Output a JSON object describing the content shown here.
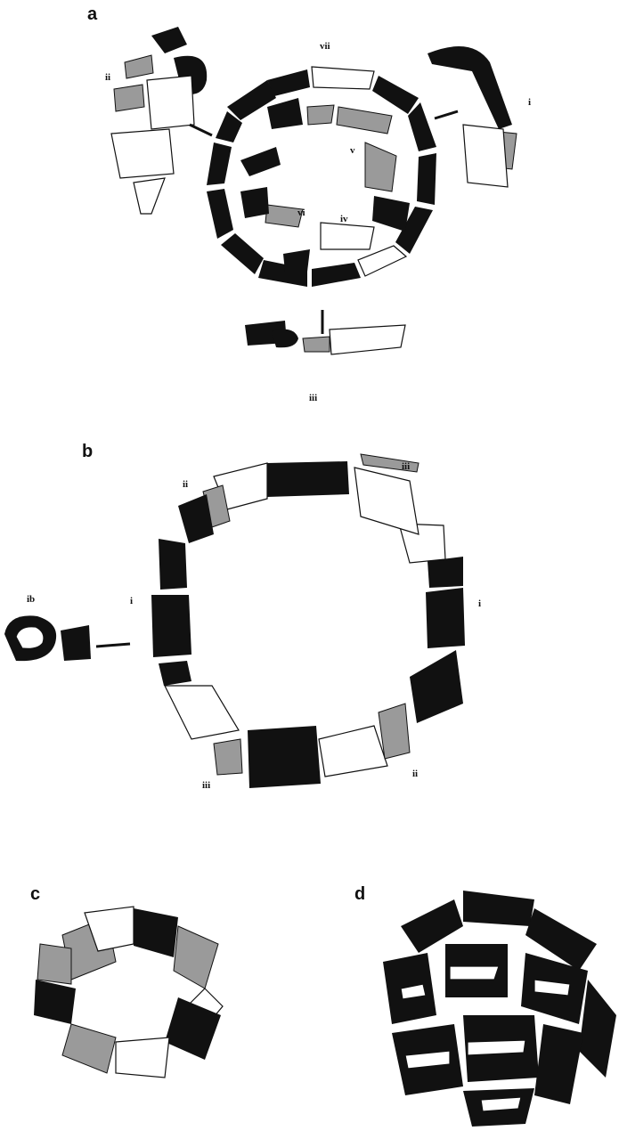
{
  "figure": {
    "panels": [
      {
        "letter": "a",
        "labels": {
          "i": "i",
          "ii": "ii",
          "iii": "iii",
          "iv": "iv",
          "v": "v",
          "vi": "vi",
          "vii": "vii"
        }
      },
      {
        "letter": "b",
        "labels": {
          "ib": "ib",
          "i_left": "i",
          "i_right": "i",
          "ii_top": "ii",
          "ii_bottom": "ii",
          "iii_top": "iii",
          "iii_bottom": "iii"
        }
      },
      {
        "letter": "c"
      },
      {
        "letter": "d"
      }
    ],
    "colors": {
      "black": "#111111",
      "grey": "#9a9a9a",
      "white": "#ffffff"
    }
  }
}
